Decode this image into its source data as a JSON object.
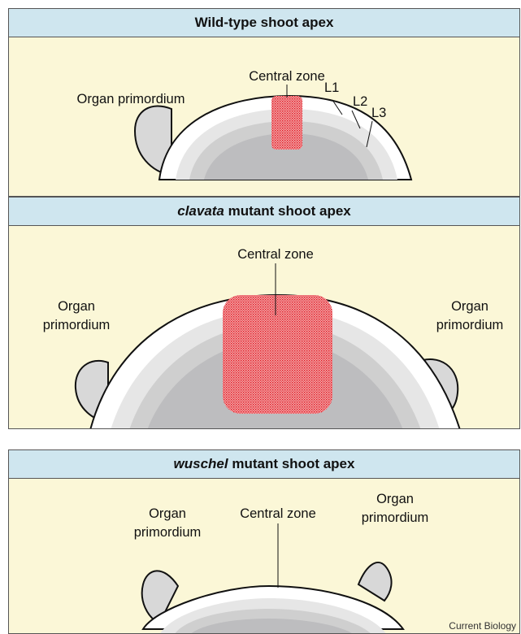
{
  "panels": [
    {
      "title": {
        "italic": "",
        "rest": "Wild-type shoot apex"
      },
      "labels": {
        "central_zone": "Central zone",
        "organ_left": "Organ primordium",
        "l1": "L1",
        "l2": "L2",
        "l3": "L3"
      }
    },
    {
      "title": {
        "italic": "clavata",
        "rest": " mutant shoot apex"
      },
      "labels": {
        "central_zone": "Central zone",
        "organ_left_1": "Organ",
        "organ_left_2": "primordium",
        "organ_right_1": "Organ",
        "organ_right_2": "primordium"
      }
    },
    {
      "title": {
        "italic": "wuschel",
        "rest": " mutant shoot apex"
      },
      "labels": {
        "central_zone": "Central zone",
        "organ_left_1": "Organ",
        "organ_left_2": "primordium",
        "organ_right_1": "Organ",
        "organ_right_2": "primordium"
      }
    }
  ],
  "credit": "Current Biology",
  "colors": {
    "header_bg": "#cfe6ef",
    "body_bg": "#fbf7d7",
    "l1": "#ffffff",
    "l2": "#e6e6e6",
    "l3": "#cfcfcf",
    "core": "#bdbdbf",
    "central_zone": "#e0151f"
  }
}
